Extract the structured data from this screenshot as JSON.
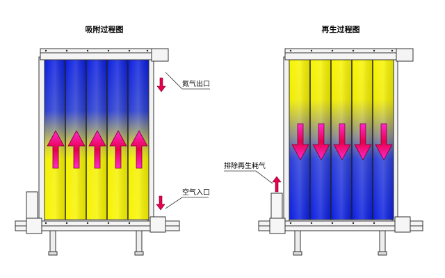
{
  "left_unit": {
    "title": "吸附过程图",
    "nitrogen_outlet_label": "氮气出口",
    "air_inlet_label": "空气入口"
  },
  "right_unit": {
    "title": "再生过程图",
    "exhaust_label": "排除再生耗气"
  },
  "colors": {
    "saturated_yellow": "#f4f000",
    "fresh_blue": "#0a1ee0",
    "arrow_red": "#e8004a",
    "arrow_magenta": "#ff2ad0",
    "frame_gray": "#e6e6e6"
  }
}
